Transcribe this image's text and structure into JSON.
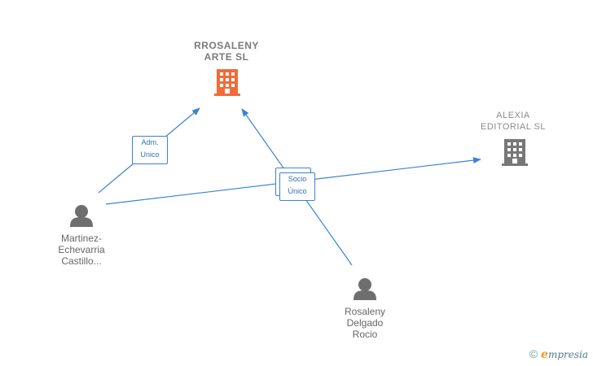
{
  "nodes": {
    "rrosaleny": {
      "name_line1": "RROSALENY",
      "name_line2": "ARTE  SL",
      "type": "company",
      "icon": "building-icon",
      "color": "#f26b3a"
    },
    "alexia": {
      "name_line1": "ALEXIA",
      "name_line2": "EDITORIAL  SL",
      "type": "company",
      "icon": "building-icon",
      "color": "#777777"
    },
    "martinez": {
      "name_line1": "Martinez-",
      "name_line2": "Echevarria",
      "name_line3": "Castillo...",
      "type": "person",
      "icon": "person-icon",
      "color": "#6e6e6e"
    },
    "rosaleny": {
      "name_line1": "Rosaleny",
      "name_line2": "Delgado",
      "name_line3": "Rocio",
      "type": "person",
      "icon": "person-icon",
      "color": "#6e6e6e"
    }
  },
  "relations": {
    "adm": {
      "line1": "Adm.",
      "line2": "Unico"
    },
    "socio": {
      "line1": "Socio",
      "line2": "Único"
    }
  },
  "edge_color": "#3b82d6",
  "brand": {
    "copyright": "©",
    "e": "e",
    "rest": "mpresia"
  }
}
